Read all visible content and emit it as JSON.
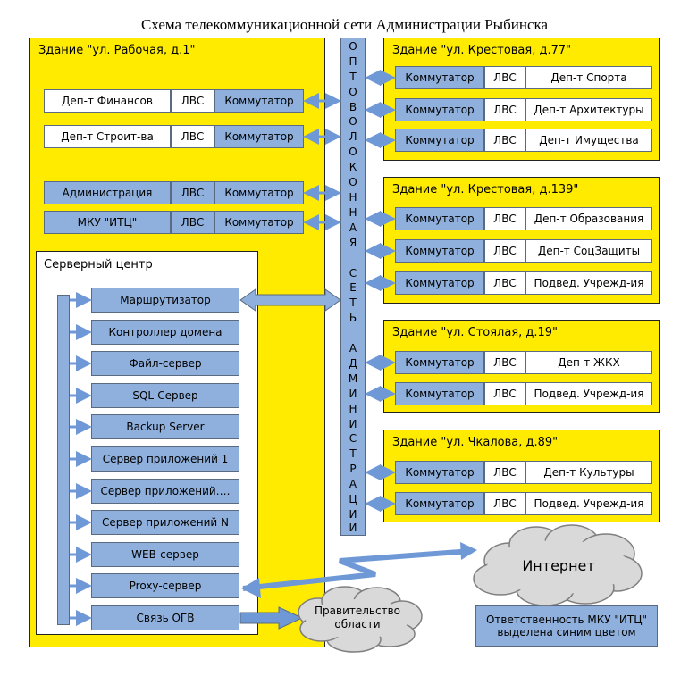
{
  "title": "Схема телекоммуникационной сети Администрации Рыбинска",
  "left_building": {
    "label": "Здание \"ул. Рабочая, д.1\"",
    "rows": [
      {
        "dept": "Деп-т Финансов",
        "lan": "ЛВС",
        "switch": "Коммутатор"
      },
      {
        "dept": "Деп-т Строит-ва",
        "lan": "ЛВС",
        "switch": "Коммутатор"
      },
      {
        "dept": "Администрация",
        "lan": "ЛВС",
        "switch": "Коммутатор"
      },
      {
        "dept": "МКУ \"ИТЦ\"",
        "lan": "ЛВС",
        "switch": "Коммутатор"
      }
    ]
  },
  "server_center": {
    "label": "Серверный центр",
    "items": [
      "Маршрутизатор",
      "Контроллер домена",
      "Файл-сервер",
      "SQL-Сервер",
      "Backup Server",
      "Сервер приложений 1",
      "Сервер приложений….",
      "Сервер приложений N",
      "WEB-сервер",
      "Proxy-сервер",
      "Связь ОГВ"
    ]
  },
  "fiber": {
    "letters": [
      "О",
      "П",
      "Т",
      "О",
      "В",
      "О",
      "Л",
      "О",
      "К",
      "О",
      "Н",
      "Н",
      "А",
      "Я",
      "",
      "С",
      "Е",
      "Т",
      "Ь",
      "",
      "А",
      "Д",
      "М",
      "И",
      "Н",
      "И",
      "С",
      "Т",
      "Р",
      "А",
      "Ц",
      "И",
      "И"
    ]
  },
  "right_buildings": [
    {
      "label": "Здание \"ул. Крестовая, д.77\"",
      "rows": [
        {
          "switch": "Коммутатор",
          "lan": "ЛВС",
          "dept": "Деп-т Спорта"
        },
        {
          "switch": "Коммутатор",
          "lan": "ЛВС",
          "dept": "Деп-т Архитектуры"
        },
        {
          "switch": "Коммутатор",
          "lan": "ЛВС",
          "dept": "Деп-т Имущества"
        }
      ]
    },
    {
      "label": "Здание \"ул. Крестовая, д.139\"",
      "rows": [
        {
          "switch": "Коммутатор",
          "lan": "ЛВС",
          "dept": "Деп-т Образования"
        },
        {
          "switch": "Коммутатор",
          "lan": "ЛВС",
          "dept": "Деп-т СоцЗащиты"
        },
        {
          "switch": "Коммутатор",
          "lan": "ЛВС",
          "dept": "Подвед. Учрежд-ия"
        }
      ]
    },
    {
      "label": "Здание \"ул. Стоялая, д.19\"",
      "rows": [
        {
          "switch": "Коммутатор",
          "lan": "ЛВС",
          "dept": "Деп-т ЖКХ"
        },
        {
          "switch": "Коммутатор",
          "lan": "ЛВС",
          "dept": "Подвед. Учрежд-ия"
        }
      ]
    },
    {
      "label": "Здание \"ул. Чкалова, д.89\"",
      "rows": [
        {
          "switch": "Коммутатор",
          "lan": "ЛВС",
          "dept": "Деп-т Культуры"
        },
        {
          "switch": "Коммутатор",
          "lan": "ЛВС",
          "dept": "Подвед. Учрежд-ия"
        }
      ]
    }
  ],
  "internet": "Интернет",
  "government": {
    "line1": "Правительство",
    "line2": "области"
  },
  "note": {
    "line1": "Ответственность МКУ \"ИТЦ\"",
    "line2": "выделена синим цветом"
  },
  "colors": {
    "building": "#ffeb00",
    "blue": "#8fb0dc",
    "arrow": "#6f99d6",
    "cloud": "#d9d9d9"
  }
}
